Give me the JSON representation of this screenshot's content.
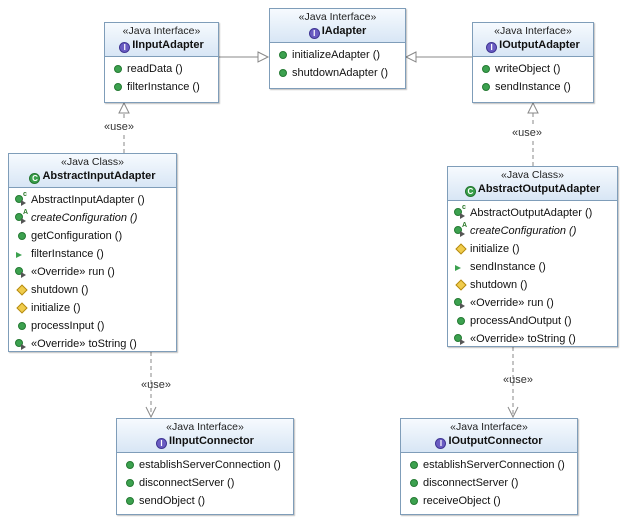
{
  "colors": {
    "box_border": "#7f9db9",
    "header_top": "#f6fafe",
    "header_bottom": "#d8e6f5",
    "connector": "#888888",
    "interface_badge": "#6a5cc2",
    "class_badge": "#3aa04b",
    "method_public": "#3ca14f",
    "method_protected": "#f0cc4c"
  },
  "labels": {
    "use": "«use»"
  },
  "boxes": {
    "iinputadapter": {
      "stereotype": "«Java Interface»",
      "badge": "I",
      "name": "IInputAdapter",
      "methods": [
        {
          "icon": "public-method-icon",
          "text": "readData ()"
        },
        {
          "icon": "public-method-icon",
          "text": "filterInstance ()"
        }
      ]
    },
    "iadapter": {
      "stereotype": "«Java Interface»",
      "badge": "I",
      "name": "IAdapter",
      "methods": [
        {
          "icon": "public-method-icon",
          "text": "initializeAdapter ()"
        },
        {
          "icon": "public-method-icon",
          "text": "shutdownAdapter ()"
        }
      ]
    },
    "ioutputadapter": {
      "stereotype": "«Java Interface»",
      "badge": "I",
      "name": "IOutputAdapter",
      "methods": [
        {
          "icon": "public-method-icon",
          "text": "writeObject ()"
        },
        {
          "icon": "public-method-icon",
          "text": "sendInstance ()"
        }
      ]
    },
    "abstractinputadapter": {
      "stereotype": "«Java Class»",
      "badge": "C",
      "name": "AbstractInputAdapter",
      "methods": [
        {
          "icon": "constructor-icon",
          "text": "AbstractInputAdapter ()"
        },
        {
          "icon": "abstract-method-icon",
          "text": "createConfiguration ()",
          "italic": true
        },
        {
          "icon": "public-method-icon",
          "text": "getConfiguration ()"
        },
        {
          "icon": "default-method-icon",
          "text": "filterInstance ()"
        },
        {
          "icon": "override-method-icon",
          "text": "«Override» run ()"
        },
        {
          "icon": "protected-method-icon",
          "text": "shutdown ()"
        },
        {
          "icon": "protected-method-icon",
          "text": "initialize ()"
        },
        {
          "icon": "public-method-icon",
          "text": "processInput ()"
        },
        {
          "icon": "override-method-icon",
          "text": "«Override» toString ()"
        }
      ]
    },
    "abstractoutputadapter": {
      "stereotype": "«Java Class»",
      "badge": "C",
      "name": "AbstractOutputAdapter",
      "methods": [
        {
          "icon": "constructor-icon",
          "text": "AbstractOutputAdapter ()"
        },
        {
          "icon": "abstract-method-icon",
          "text": "createConfiguration ()",
          "italic": true
        },
        {
          "icon": "protected-method-icon",
          "text": "initialize ()"
        },
        {
          "icon": "default-method-icon",
          "text": "sendInstance ()"
        },
        {
          "icon": "protected-method-icon",
          "text": "shutdown ()"
        },
        {
          "icon": "override-method-icon",
          "text": "«Override» run ()"
        },
        {
          "icon": "public-method-icon",
          "text": "processAndOutput ()"
        },
        {
          "icon": "override-method-icon",
          "text": "«Override» toString ()"
        }
      ]
    },
    "iinputconnector": {
      "stereotype": "«Java Interface»",
      "badge": "I",
      "name": "IInputConnector",
      "methods": [
        {
          "icon": "public-method-icon",
          "text": "establishServerConnection ()"
        },
        {
          "icon": "public-method-icon",
          "text": "disconnectServer ()"
        },
        {
          "icon": "public-method-icon",
          "text": "sendObject ()"
        }
      ]
    },
    "ioutputconnector": {
      "stereotype": "«Java Interface»",
      "badge": "I",
      "name": "IOutputConnector",
      "methods": [
        {
          "icon": "public-method-icon",
          "text": "establishServerConnection ()"
        },
        {
          "icon": "public-method-icon",
          "text": "disconnectServer ()"
        },
        {
          "icon": "public-method-icon",
          "text": "receiveObject ()"
        }
      ]
    }
  },
  "relations": [
    {
      "from": "iinputadapter",
      "to": "iadapter",
      "kind": "generalization"
    },
    {
      "from": "ioutputadapter",
      "to": "iadapter",
      "kind": "generalization"
    },
    {
      "from": "abstractinputadapter",
      "to": "iinputadapter",
      "kind": "realization",
      "label": "«use»"
    },
    {
      "from": "abstractoutputadapter",
      "to": "ioutputadapter",
      "kind": "realization",
      "label": "«use»"
    },
    {
      "from": "abstractinputadapter",
      "to": "iinputconnector",
      "kind": "dependency",
      "label": "«use»"
    },
    {
      "from": "abstractoutputadapter",
      "to": "ioutputconnector",
      "kind": "dependency",
      "label": "«use»"
    }
  ]
}
